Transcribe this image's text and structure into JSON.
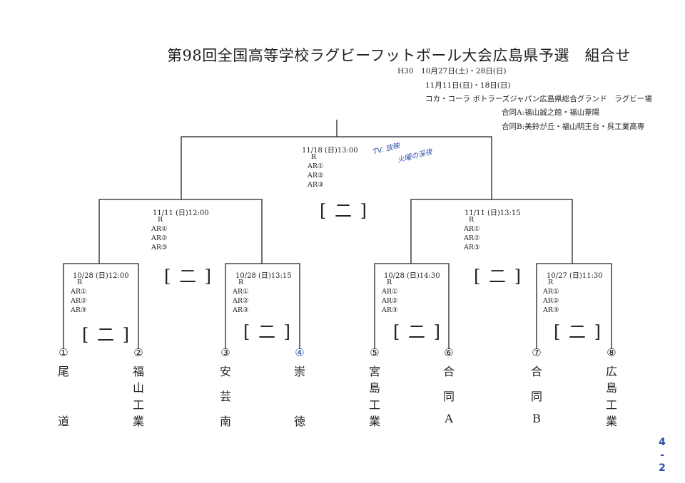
{
  "header": {
    "title": "第98回全国高等学校ラグビーフットボール大会広島県予選　組合せ",
    "info_lines": [
      "H30　10月27日(土)・28日(日)",
      "11月11日(日)・18日(日)",
      "コカ・コーラ ボトラーズジャパン広島県総合グランド　ラグビー場",
      "合同A:福山誠之館・福山葦陽",
      "合同B:美鈴が丘・福山明王台・呉工業高専"
    ]
  },
  "officials": {
    "r": "R",
    "ar1": "AR①",
    "ar2": "AR②",
    "ar3": "AR③"
  },
  "score_mark": "[ 二 ]",
  "matches": {
    "final": {
      "time": "11/18 (日)13:00"
    },
    "semi_left": {
      "time": "11/11 (日)12:00"
    },
    "semi_right": {
      "time": "11/11 (日)13:15"
    },
    "qf1": {
      "time": "10/28 (日)12:00"
    },
    "qf2": {
      "time": "10/28 (日)13:15"
    },
    "qf3": {
      "time": "10/28 (日)14:30"
    },
    "qf4": {
      "time": "10/27 (日)11:30"
    }
  },
  "handwritten_note": [
    "TV. 放映",
    "火曜の深夜"
  ],
  "teams": [
    {
      "num": "①",
      "name": [
        "尾",
        "道"
      ]
    },
    {
      "num": "②",
      "name": [
        "福",
        "山",
        "工",
        "業"
      ]
    },
    {
      "num": "③",
      "name": [
        "安",
        "芸",
        "南"
      ]
    },
    {
      "num": "④",
      "name": [
        "崇",
        "徳"
      ]
    },
    {
      "num": "⑤",
      "name": [
        "宮",
        "島",
        "工",
        "業"
      ]
    },
    {
      "num": "⑥",
      "name": [
        "合",
        "同",
        "A"
      ]
    },
    {
      "num": "⑦",
      "name": [
        "合",
        "同",
        "B"
      ]
    },
    {
      "num": "⑧",
      "name": [
        "広",
        "島",
        "工",
        "業"
      ]
    }
  ],
  "page_number": [
    "4",
    "-",
    "2"
  ]
}
